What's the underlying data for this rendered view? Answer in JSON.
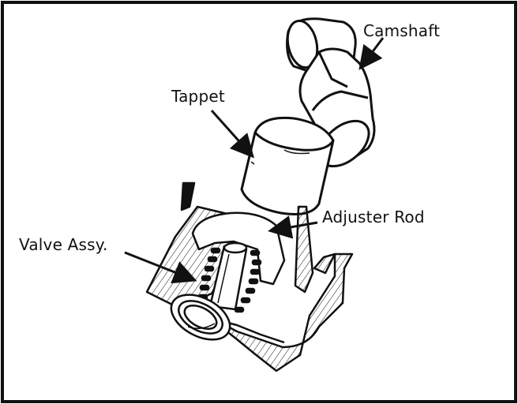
{
  "figure": {
    "labels": {
      "camshaft": "Camshaft",
      "tappet": "Tappet",
      "adjuster_rod": "Adjuster Rod",
      "valve_assy": "Valve Assy."
    }
  }
}
